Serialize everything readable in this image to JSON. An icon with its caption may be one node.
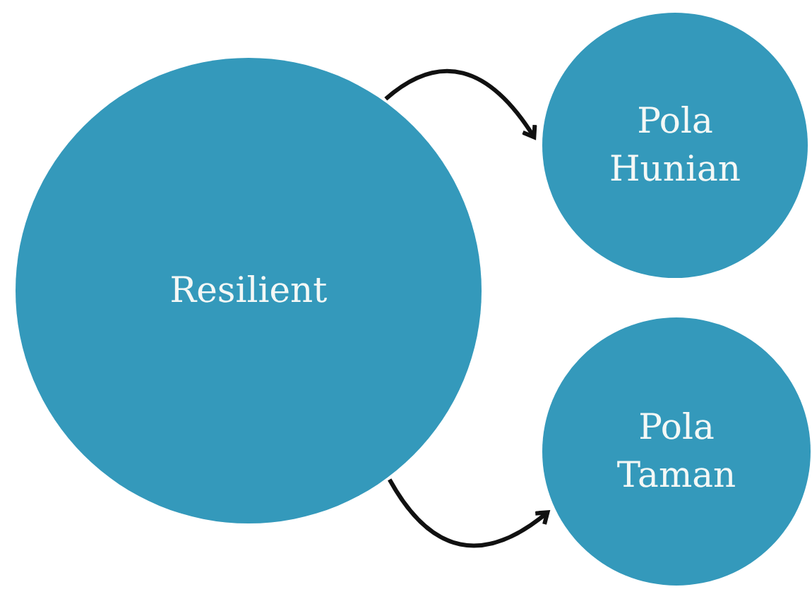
{
  "diagram": {
    "nodes": [
      {
        "text": [
          "Resilient"
        ]
      },
      {
        "text": [
          "Pola Hunian"
        ]
      },
      {
        "text": [
          "Pola Taman"
        ]
      }
    ],
    "edges": [
      {
        "from": 0,
        "to": 1,
        "arrow": "to"
      },
      {
        "from": 0,
        "to": 2,
        "arrow": "to"
      }
    ]
  }
}
